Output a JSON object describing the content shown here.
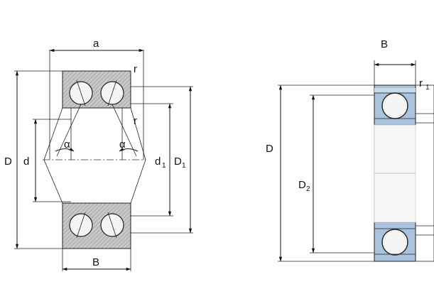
{
  "left_drawing": {
    "labels": {
      "a": "a",
      "r_top": "r",
      "r_mid": "r",
      "D": "D",
      "d": "d",
      "d1_main": "d",
      "d1_sub": "1",
      "D1_main": "D",
      "D1_sub": "1",
      "alpha_left": "α",
      "alpha_right": "α",
      "B": "B"
    }
  },
  "right_drawing": {
    "labels": {
      "B": "B",
      "r1_main": "r",
      "r1_sub": "1",
      "D": "D",
      "D2_main": "D",
      "D2_sub": "2"
    }
  },
  "colors": {
    "ring_gray": "#c8c8c8",
    "ring_blue": "#a9c4dc",
    "ball_fill": "#f4f4f4",
    "line": "#111111"
  }
}
